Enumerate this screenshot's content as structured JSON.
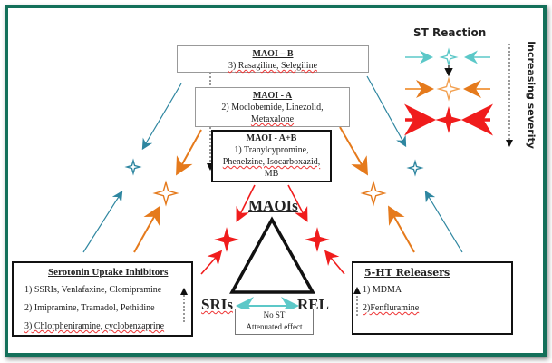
{
  "legend": {
    "title": "ST Reaction",
    "severity_label": "Increasing severity"
  },
  "maoi_b": {
    "title": "MAOI – B",
    "drugs": "3) Rasagiline, Selegiline"
  },
  "maoi_a": {
    "title": "MAOI - A",
    "drugs_line1": "2) Moclobemide, Linezolid,",
    "drugs_line2": "Metaxalone"
  },
  "maoi_ab": {
    "title": "MAOI - A+B",
    "drugs_line1": "1) Tranylcypromine,",
    "drugs_line2": "Phenelzine, Isocarboxazid,",
    "drugs_line3": "MB"
  },
  "triangle": {
    "top": "MAOIs",
    "left": "SRIs",
    "right": "REL"
  },
  "no_st": {
    "line1": "No ST",
    "line2": "Attenuated effect"
  },
  "sui": {
    "title": "Serotonin Uptake Inhibitors",
    "items": [
      "1) SSRIs, Venlafaxine, Clomipramine",
      "2) Imipramine, Tramadol, Pethidine",
      "3) Chlorpheniramine, cyclobenzaprine"
    ]
  },
  "releasers": {
    "title": "5-HT Releasers",
    "items": [
      "1) MDMA",
      "2)Fenfluramine"
    ]
  },
  "colors": {
    "mild": "#2e86a0",
    "moderate": "#e57a1c",
    "severe": "#f01c1c",
    "frame": "#14705a",
    "cyan": "#5cc8c8"
  }
}
